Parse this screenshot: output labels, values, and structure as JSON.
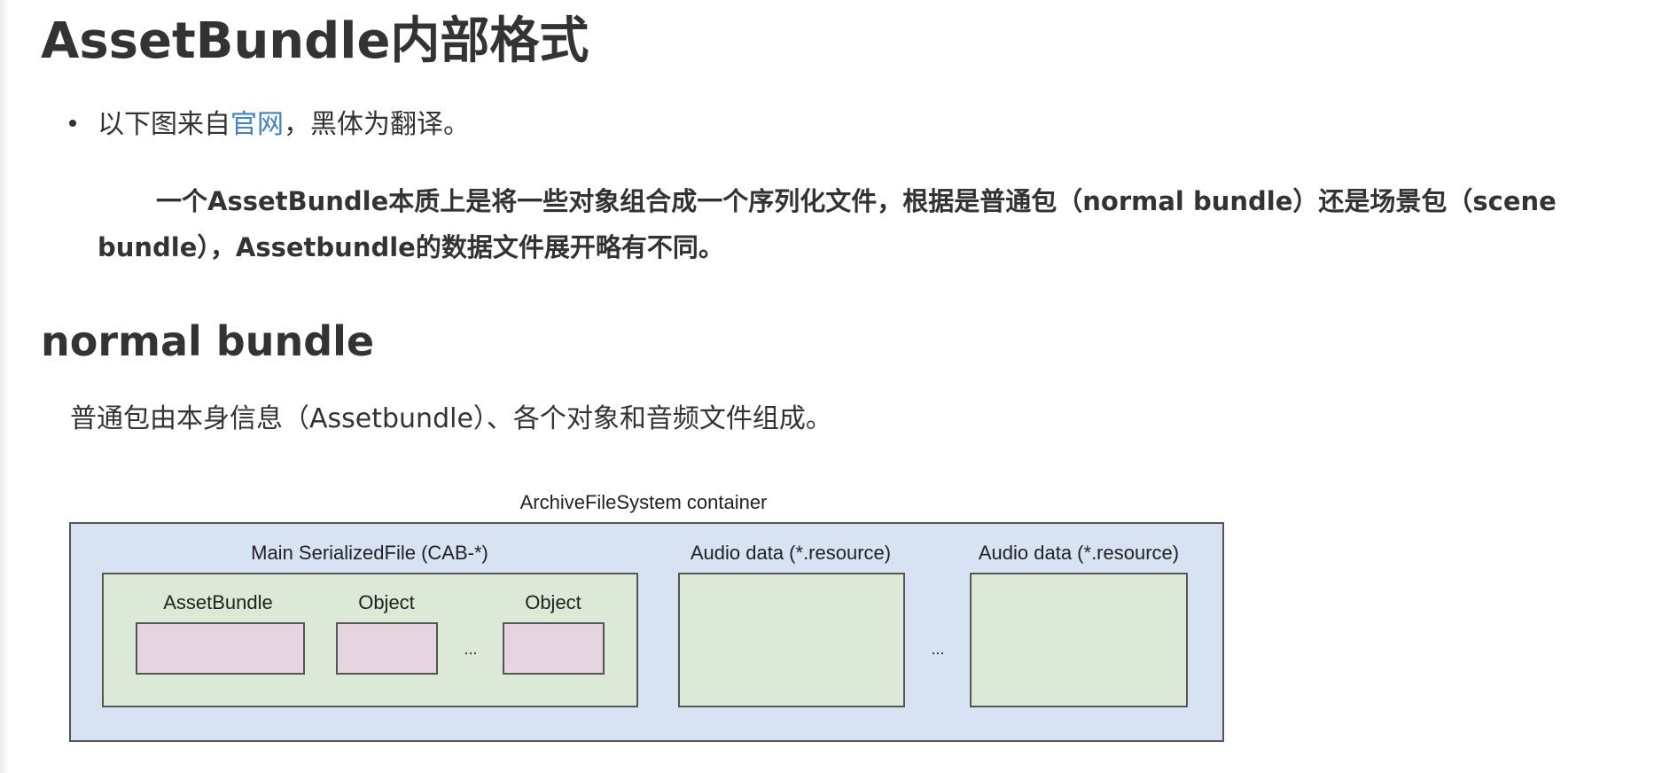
{
  "heading": "AssetBundle内部格式",
  "bullet": {
    "prefix": "以下图来自",
    "link_text": "官网",
    "suffix": "，黑体为翻译。"
  },
  "quote": "一个AssetBundle本质上是将一些对象组合成一个序列化文件，根据是普通包（normal bundle）还是场景包（scene bundle），Assetbundle的数据文件展开略有不同。",
  "section_heading": "normal bundle",
  "section_para": "普通包由本身信息（Assetbundle）、各个对象和音频文件组成。",
  "diagram": {
    "container_label": "ArchiveFileSystem container",
    "main_file_label": "Main SerializedFile (CAB-*)",
    "inner_items": [
      "AssetBundle",
      "Object",
      "Object"
    ],
    "inner_ellipsis": "...",
    "audio_labels": [
      "Audio data (*.resource)",
      "Audio data (*.resource)"
    ],
    "outer_ellipsis": "...",
    "colors": {
      "container_fill": "#d7e2f3",
      "file_fill": "#dbe9d6",
      "object_fill": "#e6d4e1",
      "stroke": "#555555"
    }
  }
}
